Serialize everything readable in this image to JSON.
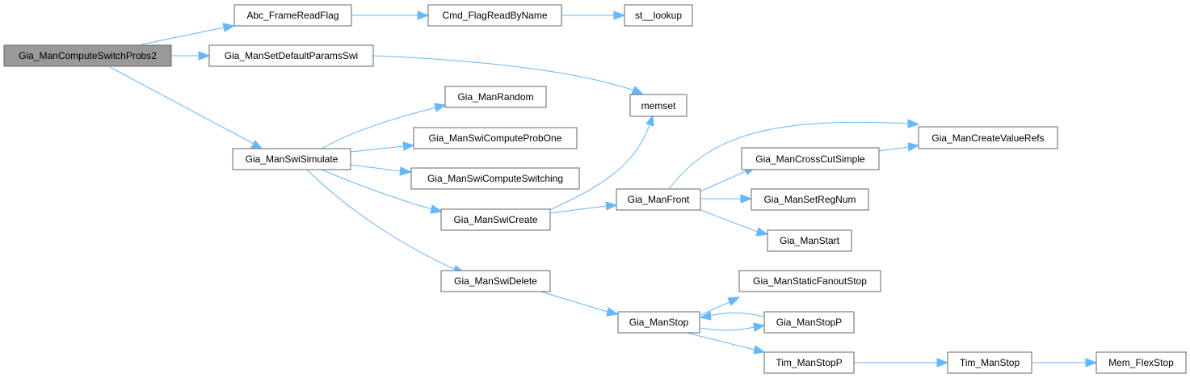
{
  "graph": {
    "root": "Gia_ManComputeSwitchProbs2",
    "colors": {
      "edge": "#63b8ff",
      "node_border": "#666666",
      "root_fill": "#999999",
      "node_fill": "#ffffff"
    },
    "nodes": {
      "n0": "Gia_ManComputeSwitchProbs2",
      "n1": "Abc_FrameReadFlag",
      "n2": "Cmd_FlagReadByName",
      "n3": "st__lookup",
      "n4": "Gia_ManSetDefaultParamsSwi",
      "n5": "memset",
      "n6": "Gia_ManSwiSimulate",
      "n7": "Gia_ManRandom",
      "n8": "Gia_ManSwiComputeProbOne",
      "n9": "Gia_ManSwiComputeSwitching",
      "n10": "Gia_ManSwiCreate",
      "n11": "Gia_ManFront",
      "n12": "Gia_ManCreateValueRefs",
      "n13": "Gia_ManCrossCutSimple",
      "n14": "Gia_ManSetRegNum",
      "n15": "Gia_ManStart",
      "n16": "Gia_ManSwiDelete",
      "n17": "Gia_ManStop",
      "n18": "Gia_ManStaticFanoutStop",
      "n19": "Gia_ManStopP",
      "n20": "Tim_ManStopP",
      "n21": "Tim_ManStop",
      "n22": "Mem_FlexStop"
    },
    "edges": [
      [
        "n0",
        "n1"
      ],
      [
        "n0",
        "n4"
      ],
      [
        "n0",
        "n6"
      ],
      [
        "n1",
        "n2"
      ],
      [
        "n2",
        "n3"
      ],
      [
        "n4",
        "n5"
      ],
      [
        "n6",
        "n7"
      ],
      [
        "n6",
        "n8"
      ],
      [
        "n6",
        "n9"
      ],
      [
        "n6",
        "n10"
      ],
      [
        "n6",
        "n16"
      ],
      [
        "n10",
        "n5"
      ],
      [
        "n10",
        "n11"
      ],
      [
        "n11",
        "n12"
      ],
      [
        "n11",
        "n13"
      ],
      [
        "n11",
        "n14"
      ],
      [
        "n11",
        "n15"
      ],
      [
        "n13",
        "n12"
      ],
      [
        "n16",
        "n17"
      ],
      [
        "n17",
        "n18"
      ],
      [
        "n17",
        "n19"
      ],
      [
        "n17",
        "n20"
      ],
      [
        "n19",
        "n17"
      ],
      [
        "n20",
        "n21"
      ],
      [
        "n21",
        "n22"
      ]
    ]
  }
}
